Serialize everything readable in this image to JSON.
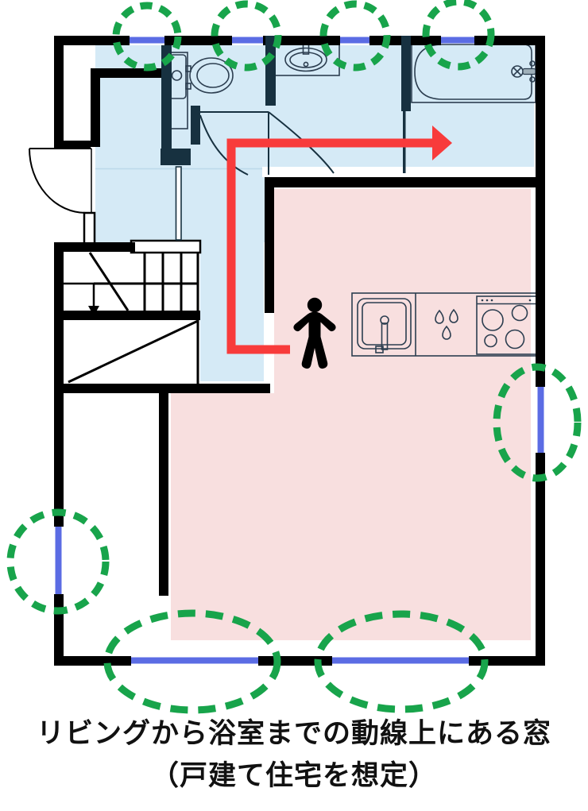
{
  "caption": {
    "line1": "リビングから浴室までの動線上にある窓",
    "line2": "（戸建て住宅を想定）"
  },
  "colors": {
    "wall": "#000000",
    "partition": "#173140",
    "hallway": "#d5eaf6",
    "living": "#f8dfdf",
    "window": "#5b6ce4",
    "route": "#f83b3b",
    "highlight": "#18a44b",
    "fixture": "#2c3e50",
    "captioncol": "#111111"
  },
  "windows": {
    "count": 8,
    "items": [
      {
        "id": "top-1",
        "wall": "top"
      },
      {
        "id": "top-2",
        "wall": "top"
      },
      {
        "id": "top-3",
        "wall": "top"
      },
      {
        "id": "top-4",
        "wall": "top"
      },
      {
        "id": "right-1",
        "wall": "right"
      },
      {
        "id": "left-1",
        "wall": "left"
      },
      {
        "id": "bottom-1",
        "wall": "bottom"
      },
      {
        "id": "bottom-2",
        "wall": "bottom"
      }
    ]
  },
  "icons": [
    "person-icon",
    "toilet-icon",
    "washbasin-icon",
    "bathtub-icon",
    "kitchen-sink-icon",
    "stove-icon",
    "water-drops-icon",
    "stairs-down-arrow-icon",
    "flow-arrow-icon",
    "entrance-door-icon"
  ]
}
